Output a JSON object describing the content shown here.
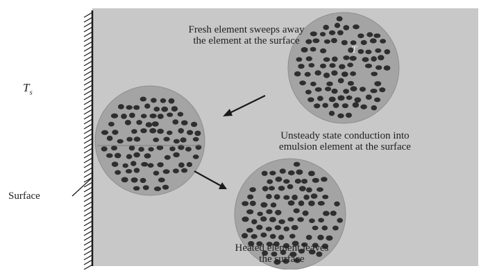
{
  "labels": {
    "wall_temperature": "T",
    "wall_temperature_subscript": "s",
    "surface": "Surface",
    "top_caption_line1": "Fresh element sweeps away",
    "top_caption_line2": "the element at the surface",
    "element_temperature": "T",
    "middle_caption_line1": "Unsteady state conduction into",
    "middle_caption_line2": "emulsion element at the surface",
    "bottom_caption_line1": "Heated element leaves",
    "bottom_caption_line2": "the surface"
  },
  "colors": {
    "background_panel": "#c9c9c9",
    "element_fill": "#a4a4a4",
    "particle": "#2e2e2e",
    "wall": "#1a1a1a",
    "text": "#1e1e1e"
  }
}
